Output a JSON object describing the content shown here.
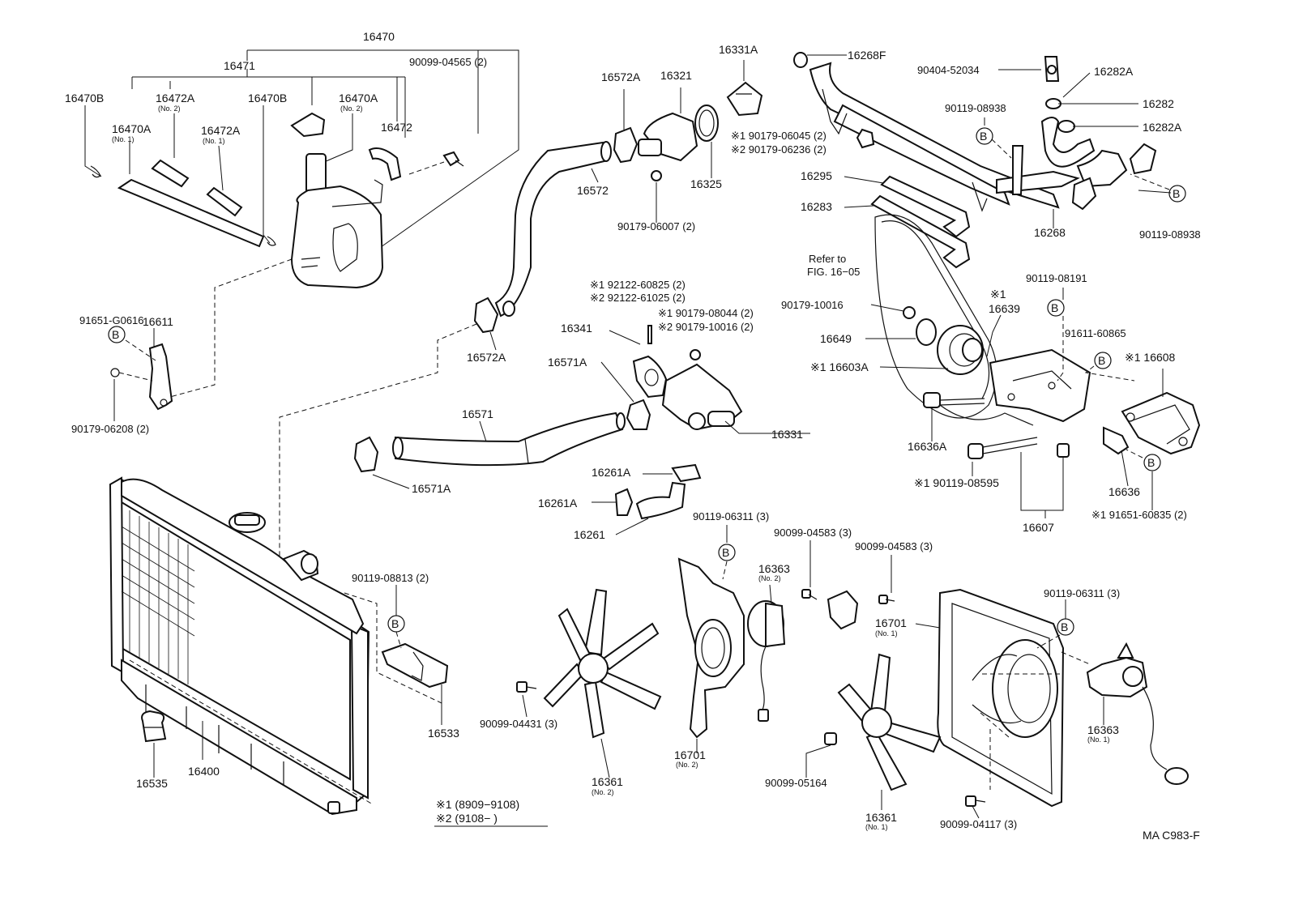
{
  "labels": {
    "p16470": "16470",
    "p16471": "16471",
    "p90099_04565": "90099-04565 (2)",
    "p16470B_a": "16470B",
    "p16472A_no2": "16472A",
    "no2": "(No. 2)",
    "no1": "(No. 1)",
    "p16470B_b": "16470B",
    "p16470A_no2": "16470A",
    "p16470A_no1": "16470A",
    "p16472A_no1": "16472A",
    "p16472": "16472",
    "p91651_G0616": "91651-G0616",
    "p16611": "16611",
    "p90179_06208": "90179-06208 (2)",
    "p16572A_top": "16572A",
    "p16321": "16321",
    "p16331A": "16331A",
    "p16572": "16572",
    "p16325": "16325",
    "p90179_06045": "※1 90179-06045 (2)",
    "p90179_06236": "※2 90179-06236 (2)",
    "p90179_06007": "90179-06007 (2)",
    "p92122_60825": "※1 92122-60825 (2)",
    "p92122_61025": "※2 92122-61025 (2)",
    "p90179_08044": "※1 90179-08044 (2)",
    "p90179_10016b": "※2 90179-10016 (2)",
    "p16341": "16341",
    "p16572A_bot": "16572A",
    "p16571A_top": "16571A",
    "p16571": "16571",
    "p16331": "16331",
    "p16571A_bot": "16571A",
    "p16261A_top": "16261A",
    "p16261A_bot": "16261A",
    "p16261": "16261",
    "p16268F": "16268F",
    "p90404_52034": "90404-52034",
    "p16282A_top": "16282A",
    "p16282": "16282",
    "p16282A_bot": "16282A",
    "p90119_08938_top": "90119-08938",
    "p16295": "16295",
    "p16283": "16283",
    "p16268": "16268",
    "p90119_08938_bot": "90119-08938",
    "refer1": "Refer to",
    "refer2": "FIG. 16−05",
    "p90119_08191": "90119-08191",
    "p90179_10016": "90179-10016",
    "p16639_star": "※1",
    "p16639": "16639",
    "p16649": "16649",
    "p91611_60865": "91611-60865",
    "p16603A": "※1 16603A",
    "p16608": "※1 16608",
    "p16636A": "16636A",
    "p90119_08595": "※1 90119-08595",
    "p16636": "16636",
    "p91651_60835": "※1 91651-60835 (2)",
    "p16607": "16607",
    "p90119_08813": "90119-08813 (2)",
    "p16533": "16533",
    "p16535": "16535",
    "p16400": "16400",
    "p90119_06311_a": "90119-06311 (3)",
    "p90099_04583_a": "90099-04583 (3)",
    "p90099_04583_b": "90099-04583 (3)",
    "p16363_no2": "16363",
    "p90099_04431": "90099-04431 (3)",
    "p16701_no2": "16701",
    "p16361_no2": "16361",
    "p16701_no1": "16701",
    "p90119_06311_b": "90119-06311 (3)",
    "p16363_no1": "16363",
    "p90099_05164": "90099-05164",
    "p16361_no1": "16361",
    "p90099_04117": "90099-04117 (3)",
    "legend1": "※1 (8909−9108)",
    "legend2": "※2 (9108−         )",
    "figcode": "MA C983-F",
    "bolt_b": "B"
  }
}
